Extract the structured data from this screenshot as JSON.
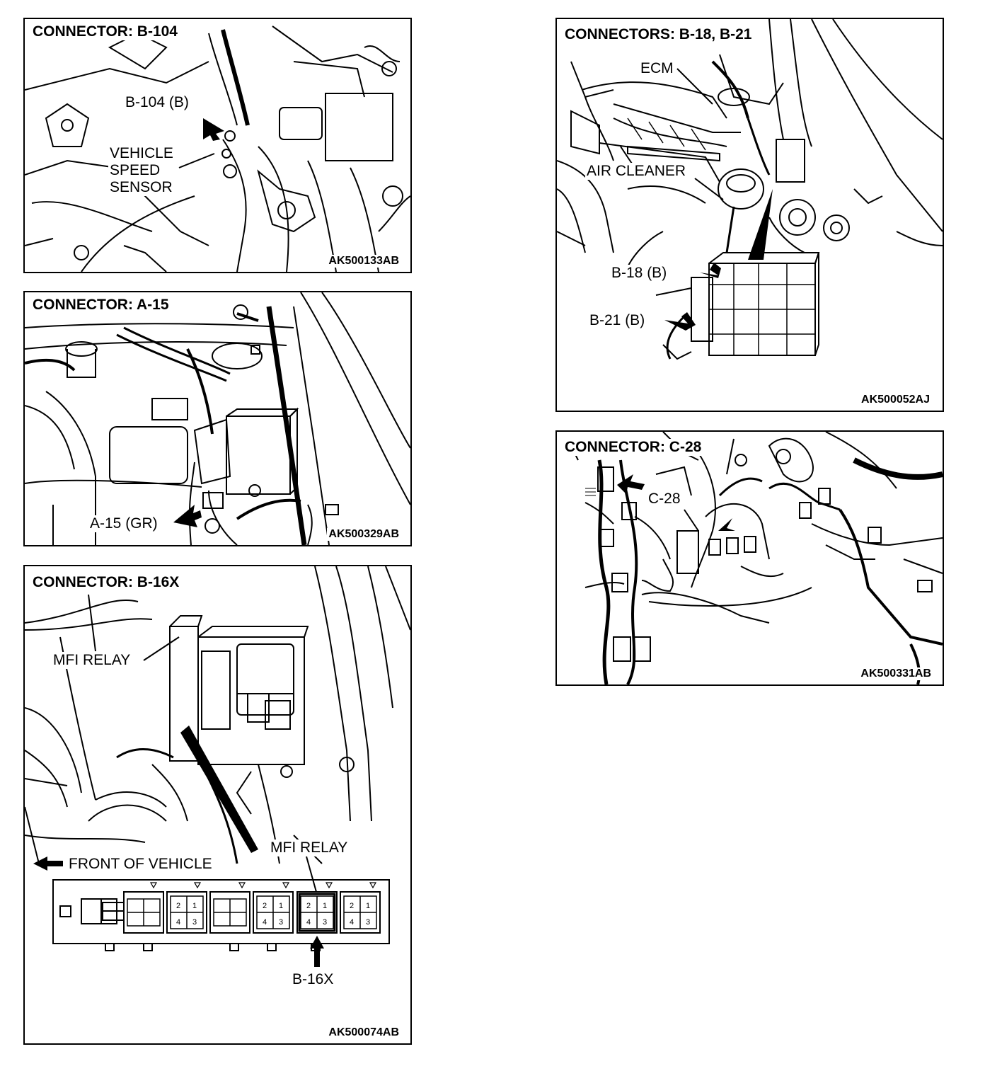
{
  "panels": {
    "b104": {
      "title": "CONNECTOR: B-104",
      "code": "AK500133AB",
      "labels": {
        "connector": "B-104 (B)",
        "sensor": [
          "VEHICLE",
          "SPEED",
          "SENSOR"
        ]
      }
    },
    "a15": {
      "title": "CONNECTOR: A-15",
      "code": "AK500329AB",
      "labels": {
        "connector": "A-15 (GR)"
      }
    },
    "b16x": {
      "title": "CONNECTOR: B-16X",
      "code": "AK500074AB",
      "labels": {
        "relay_top": "MFI RELAY",
        "relay_bottom": "MFI RELAY",
        "front": "FRONT OF VEHICLE",
        "connector": "B-16X"
      },
      "pins": [
        "1",
        "2",
        "3",
        "4"
      ]
    },
    "b18": {
      "title": "CONNECTORS: B-18, B-21",
      "code": "AK500052AJ",
      "labels": {
        "ecm": "ECM",
        "air_cleaner": "AIR CLEANER",
        "b18": "B-18 (B)",
        "b21": "B-21 (B)"
      }
    },
    "c28": {
      "title": "CONNECTOR: C-28",
      "code": "AK500331AB",
      "labels": {
        "connector": "C-28"
      }
    }
  }
}
